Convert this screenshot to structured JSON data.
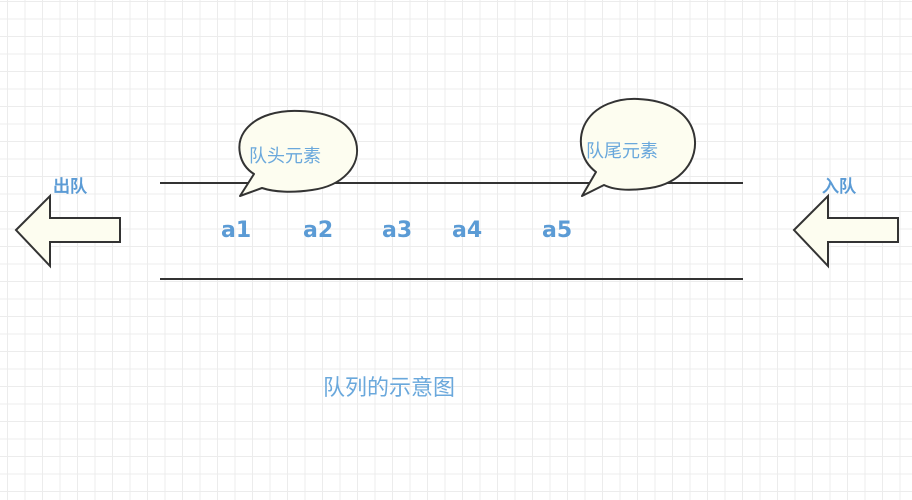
{
  "diagram": {
    "title": "队列的示意图",
    "dequeue_label": "出队",
    "enqueue_label": "入队",
    "head_bubble": "队头元素",
    "tail_bubble": "队尾元素",
    "elements": [
      "a1",
      "a2",
      "a3",
      "a4",
      "a5"
    ],
    "colors": {
      "text_accent": "#5b9bd5",
      "shape_fill": "#fdfdf0",
      "stroke": "#333333",
      "grid": "#ececec"
    }
  }
}
